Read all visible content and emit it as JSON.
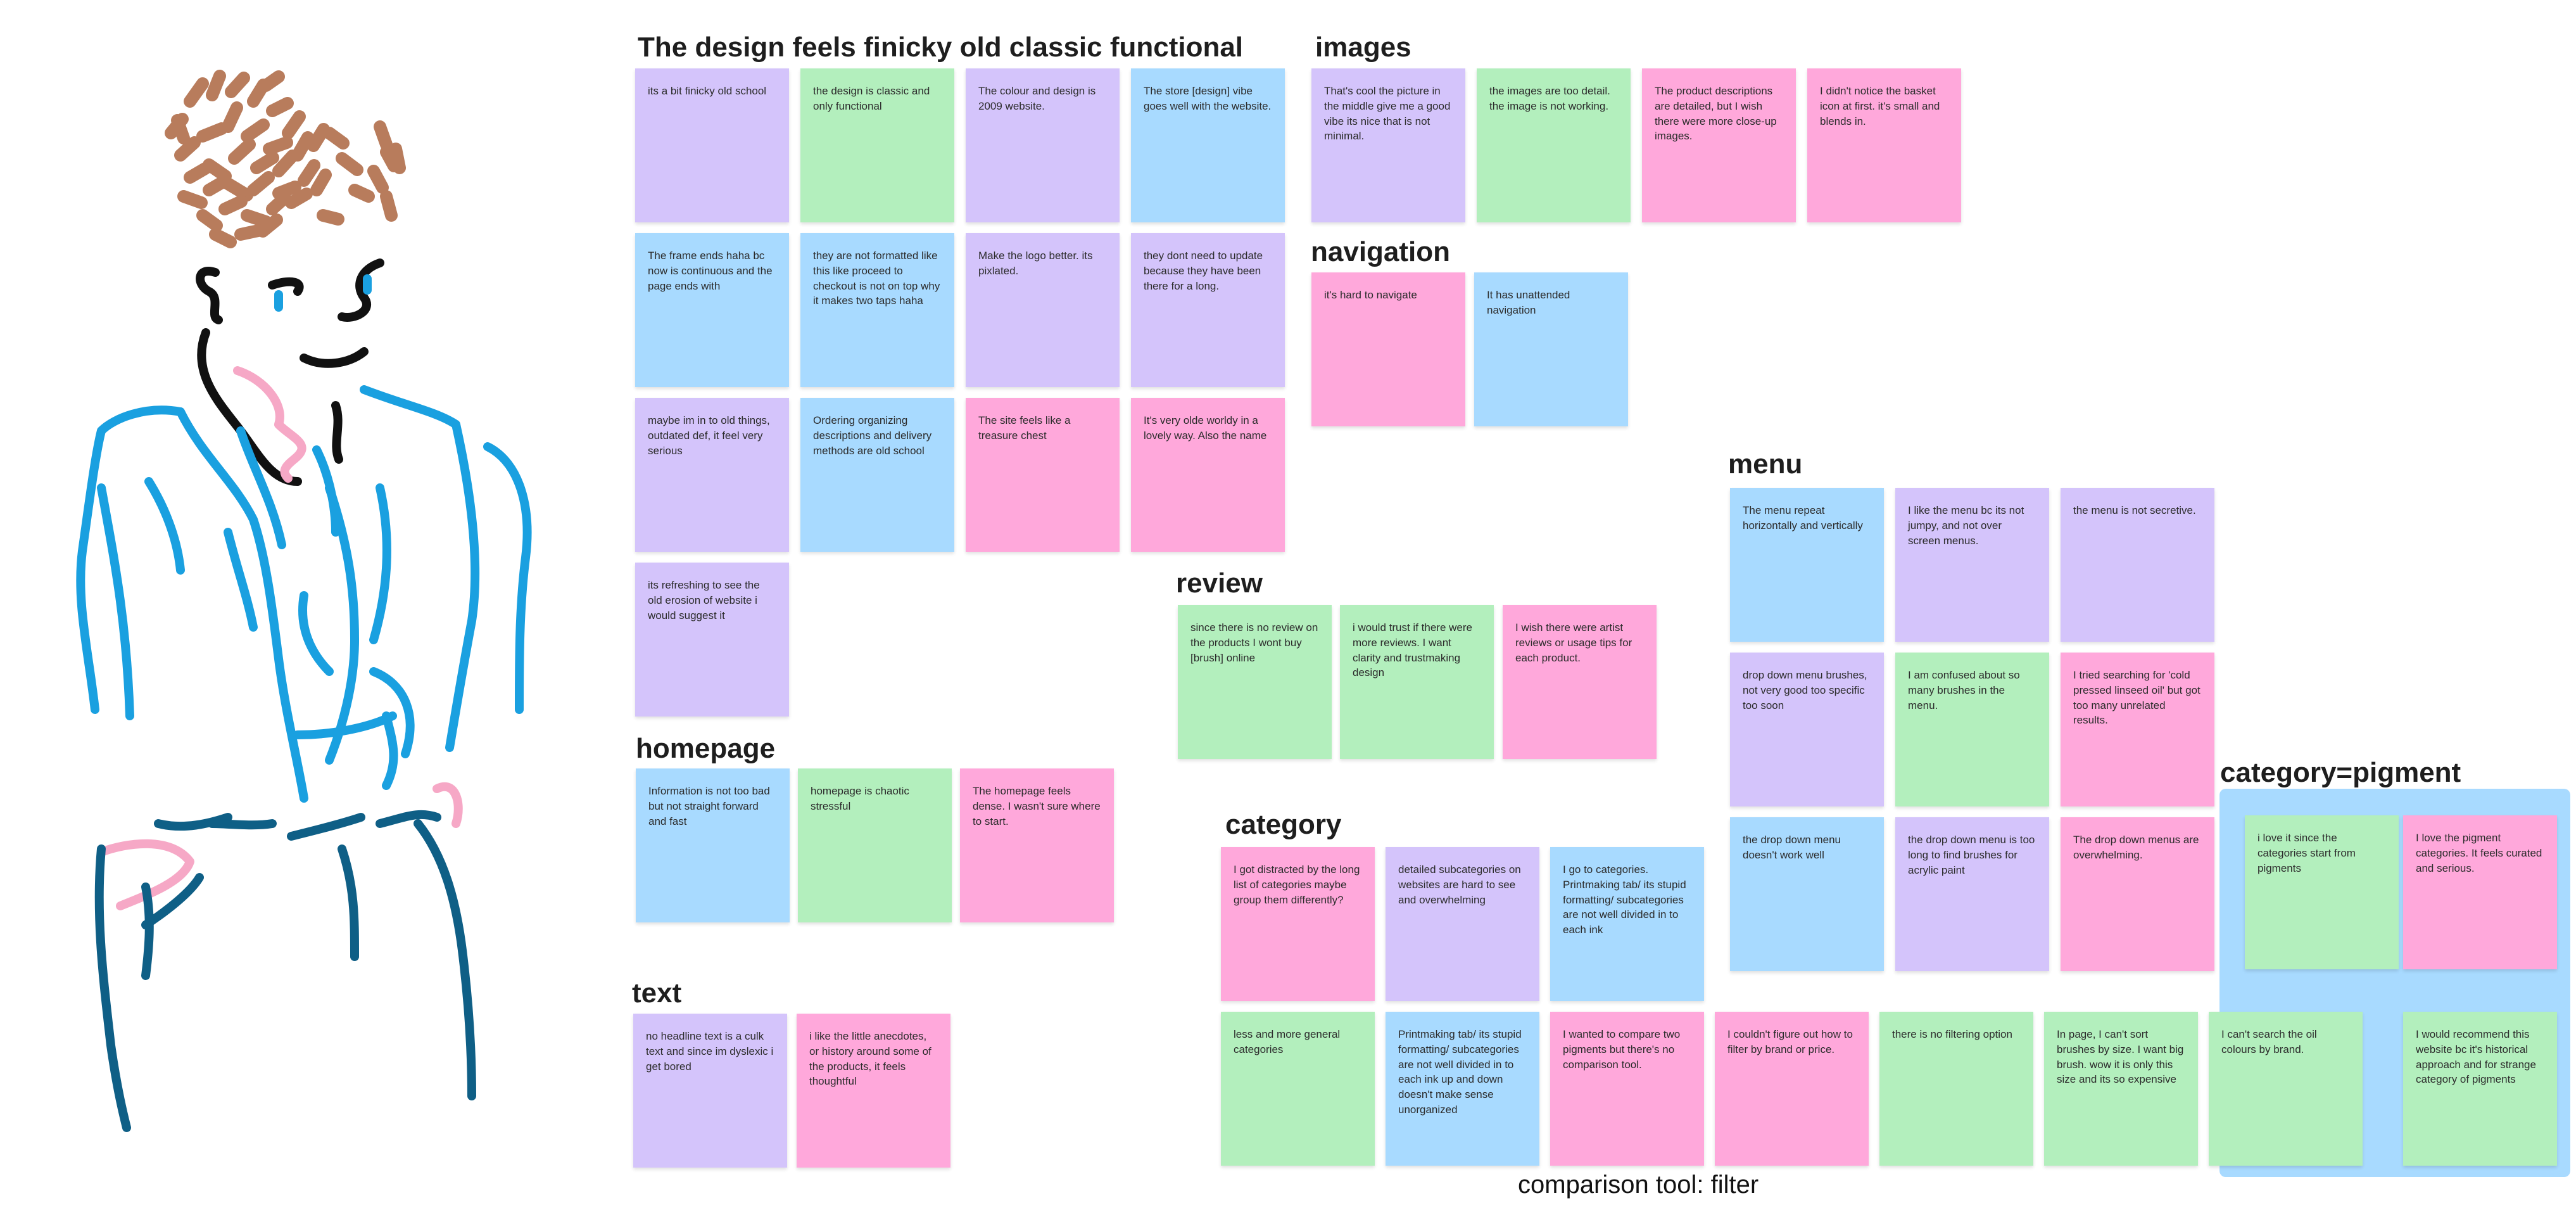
{
  "sections": {
    "design": {
      "title": "The design feels finicky old classic functional"
    },
    "images": {
      "title": "images"
    },
    "navigation": {
      "title": "navigation"
    },
    "menu": {
      "title": "menu"
    },
    "review": {
      "title": "review"
    },
    "homepage": {
      "title": "homepage"
    },
    "category": {
      "title": "category"
    },
    "category_pigment": {
      "title": "category=pigment"
    },
    "text": {
      "title": "text"
    }
  },
  "caption": "comparison tool: filter",
  "colors": {
    "purple": "#d4c4fb",
    "green": "#b3efbd",
    "blue": "#a8daff",
    "pink": "#ffa8db",
    "cluster_bg": "#a8daff"
  },
  "notes": [
    {
      "section": "design",
      "color": "purple",
      "text": "its a bit finicky old school"
    },
    {
      "section": "design",
      "color": "green",
      "text": "the design is classic and only functional"
    },
    {
      "section": "design",
      "color": "purple",
      "text": "The colour and design is 2009 website."
    },
    {
      "section": "design",
      "color": "blue",
      "text": "The store [design] vibe goes well with the website."
    },
    {
      "section": "design",
      "color": "blue",
      "text": "The frame ends haha bc now is continuous and the page ends with"
    },
    {
      "section": "design",
      "color": "blue",
      "text": "they are not formatted like this like proceed to checkout is not on top why it makes two taps haha"
    },
    {
      "section": "design",
      "color": "purple",
      "text": "Make the logo better. its pixlated."
    },
    {
      "section": "design",
      "color": "purple",
      "text": "they dont need to update because they have been there for a long."
    },
    {
      "section": "design",
      "color": "purple",
      "text": "maybe im in to old things, outdated def, it feel very serious"
    },
    {
      "section": "design",
      "color": "blue",
      "text": "Ordering organizing descriptions and delivery methods are old school"
    },
    {
      "section": "design",
      "color": "pink",
      "text": "The site feels like a treasure chest"
    },
    {
      "section": "design",
      "color": "pink",
      "text": "It's very olde worldy in a lovely way. Also the name"
    },
    {
      "section": "design",
      "color": "purple",
      "text": "its refreshing to see the old erosion of website i would suggest it"
    },
    {
      "section": "images",
      "color": "purple",
      "text": "That's cool the picture in the middle give me a good vibe its nice that is not minimal."
    },
    {
      "section": "images",
      "color": "green",
      "text": "the images are too detail. the image is not working."
    },
    {
      "section": "images",
      "color": "pink",
      "text": "The product descriptions are detailed, but I wish there were more close-up images."
    },
    {
      "section": "images",
      "color": "pink",
      "text": "I didn't notice the basket icon at first. it's small and blends in."
    },
    {
      "section": "navigation",
      "color": "pink",
      "text": "it's hard to navigate"
    },
    {
      "section": "navigation",
      "color": "blue",
      "text": "It has unattended navigation"
    },
    {
      "section": "menu",
      "color": "blue",
      "text": "The menu repeat horizontally and vertically"
    },
    {
      "section": "menu",
      "color": "purple",
      "text": "I like the menu bc its not jumpy, and not over screen menus."
    },
    {
      "section": "menu",
      "color": "purple",
      "text": "the menu is not secretive."
    },
    {
      "section": "menu",
      "color": "purple",
      "text": "drop down menu brushes, not very good too specific too soon"
    },
    {
      "section": "menu",
      "color": "green",
      "text": "I am confused about so many brushes in the menu."
    },
    {
      "section": "menu",
      "color": "pink",
      "text": "I tried searching for 'cold pressed linseed oil' but got too many unrelated results."
    },
    {
      "section": "menu",
      "color": "blue",
      "text": "the drop down menu doesn't work well"
    },
    {
      "section": "menu",
      "color": "purple",
      "text": "the drop down menu is too long to find brushes for acrylic paint"
    },
    {
      "section": "menu",
      "color": "pink",
      "text": "The drop down menus are overwhelming."
    },
    {
      "section": "review",
      "color": "green",
      "text": "since there is no review on the products I wont buy [brush] online"
    },
    {
      "section": "review",
      "color": "green",
      "text": "i would trust if there were more reviews. I want clarity and trustmaking design"
    },
    {
      "section": "review",
      "color": "pink",
      "text": "I wish there were artist reviews or usage tips for each product."
    },
    {
      "section": "homepage",
      "color": "blue",
      "text": "Information is not too bad but not straight forward and fast"
    },
    {
      "section": "homepage",
      "color": "green",
      "text": "homepage is chaotic stressful"
    },
    {
      "section": "homepage",
      "color": "pink",
      "text": "The homepage feels dense. I wasn't sure where to start."
    },
    {
      "section": "category",
      "color": "pink",
      "text": "I got distracted by the long list of categories maybe group them differently?"
    },
    {
      "section": "category",
      "color": "purple",
      "text": "detailed subcategories on websites are hard to see and overwhelming"
    },
    {
      "section": "category",
      "color": "blue",
      "text": "I go to categories. Printmaking tab/ its stupid formatting/ subcategories are not well divided in to each ink"
    },
    {
      "section": "category",
      "color": "green",
      "text": "less and more general categories"
    },
    {
      "section": "category",
      "color": "blue",
      "text": "Printmaking tab/ its stupid formatting/ subcategories are not well divided in to each ink up and down doesn't make sense unorganized"
    },
    {
      "section": "category",
      "color": "pink",
      "text": "I wanted to compare two pigments but there's no comparison tool."
    },
    {
      "section": "category",
      "color": "pink",
      "text": "I couldn't figure out how to filter by brand or price."
    },
    {
      "section": "category",
      "color": "green",
      "text": "there is no filtering option"
    },
    {
      "section": "category",
      "color": "green",
      "text": "In page, I can't sort brushes by size. I want big brush. wow it is only this size and its so expensive"
    },
    {
      "section": "category",
      "color": "green",
      "text": "I can't search the oil colours by brand."
    },
    {
      "section": "category_pigment",
      "color": "green",
      "text": "i love it since the categories start from pigments"
    },
    {
      "section": "category_pigment",
      "color": "pink",
      "text": "I love the pigment categories. It feels curated and serious."
    },
    {
      "section": "category_pigment",
      "color": "green",
      "text": "I would recommend this website bc it's historical approach and for strange category of pigments"
    },
    {
      "section": "text",
      "color": "purple",
      "text": "no headline text is a culk text and since im dyslexic i get bored"
    },
    {
      "section": "text",
      "color": "pink",
      "text": "i like the little anecdotes, or history around some of the products, it feels thoughtful"
    }
  ]
}
